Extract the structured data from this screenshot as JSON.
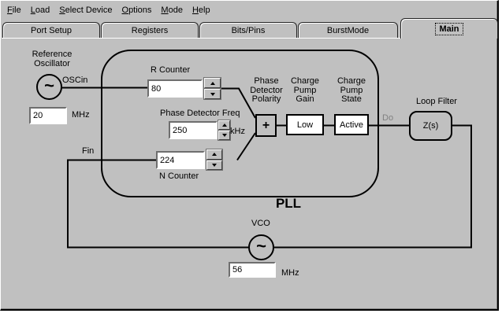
{
  "menu": {
    "items": [
      {
        "u": "F",
        "rest": "ile"
      },
      {
        "u": "L",
        "rest": "oad"
      },
      {
        "u": "S",
        "rest": "elect Device"
      },
      {
        "u": "O",
        "rest": "ptions"
      },
      {
        "u": "M",
        "rest": "ode"
      },
      {
        "u": "H",
        "rest": "elp"
      }
    ]
  },
  "tabs": {
    "items": [
      "Port Setup",
      "Registers",
      "Bits/Pins",
      "BurstMode",
      "Main"
    ],
    "active": "Main"
  },
  "diagram": {
    "reference_oscillator": {
      "label_lines": [
        "Reference",
        "Oscillator"
      ],
      "pin": "OSCin",
      "freq_value": "20",
      "freq_unit": "MHz",
      "icon": "~"
    },
    "r_counter": {
      "label": "R Counter",
      "value": "80"
    },
    "phase_detector_freq": {
      "label": "Phase Detector Freq",
      "value": "250",
      "unit": "kHz"
    },
    "n_counter": {
      "label": "N Counter",
      "value": "224"
    },
    "fin_pin": "Fin",
    "phase_detector_polarity": {
      "label_lines": [
        "Phase",
        "Detector",
        "Polarity"
      ],
      "value": "+"
    },
    "charge_pump_gain": {
      "label_lines": [
        "Charge",
        "Pump",
        "Gain"
      ],
      "value": "Low"
    },
    "charge_pump_state": {
      "label_lines": [
        "Charge",
        "Pump",
        "State"
      ],
      "value": "Active"
    },
    "do_pin": "Do",
    "loop_filter": {
      "label": "Loop Filter",
      "value": "Z(s)"
    },
    "pll_label": "PLL",
    "vco": {
      "label": "VCO",
      "freq_value": "56",
      "freq_unit": "MHz",
      "icon": "~"
    },
    "colors": {
      "window_bg": "#c0c0c0",
      "box_border": "#000000",
      "field_bg": "#ffffff",
      "pin_label_gray": "#808080"
    }
  }
}
